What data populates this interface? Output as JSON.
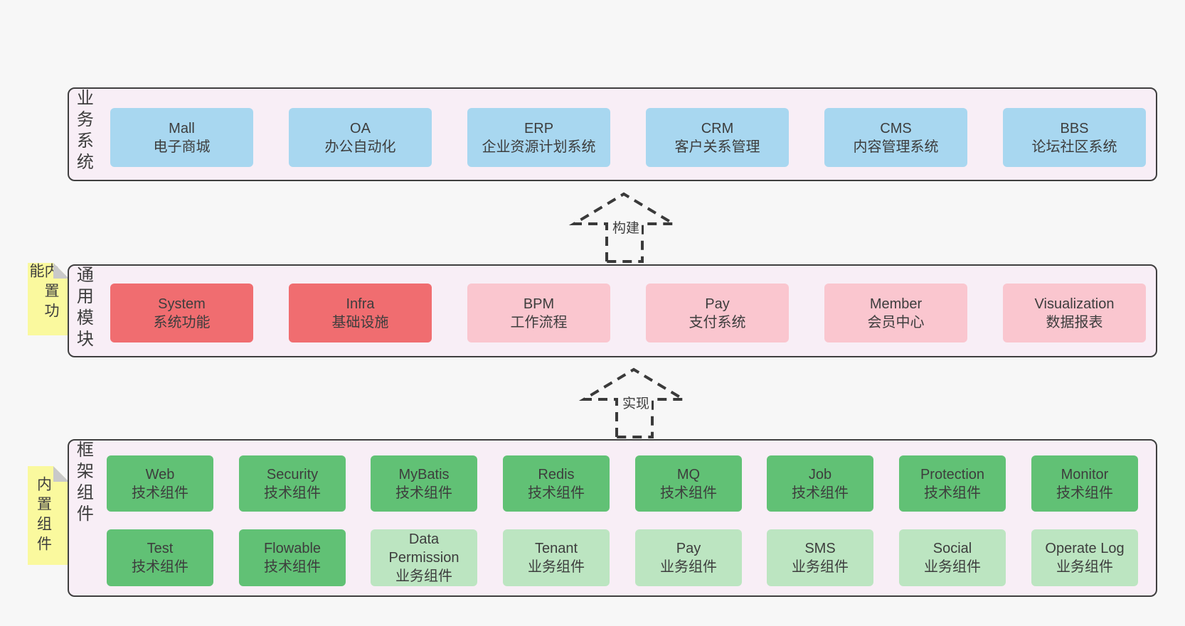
{
  "palette": {
    "page_background": "#f7f7f7",
    "container_fill": "#f8eef6",
    "container_border": "#3f3f3f",
    "business_box": "#a8d7f0",
    "core_module_box": "#f06d70",
    "optional_module_box": "#fac6cf",
    "tech_component_box": "#61c175",
    "biz_component_box": "#bce5c1",
    "sticky_note": "#faf99e",
    "sticky_fold": "#c9c9c9",
    "text": "#3d3d3d"
  },
  "layers": [
    {
      "label": "业务系统",
      "boxes": [
        {
          "en": "Mall",
          "zh": "电子商城",
          "variant": "blue"
        },
        {
          "en": "OA",
          "zh": "办公自动化",
          "variant": "blue"
        },
        {
          "en": "ERP",
          "zh": "企业资源计划系统",
          "variant": "blue"
        },
        {
          "en": "CRM",
          "zh": "客户关系管理",
          "variant": "blue"
        },
        {
          "en": "CMS",
          "zh": "内容管理系统",
          "variant": "blue"
        },
        {
          "en": "BBS",
          "zh": "论坛社区系统",
          "variant": "blue"
        }
      ]
    },
    {
      "label": "通用模块",
      "sticky": "内置功能",
      "boxes": [
        {
          "en": "System",
          "zh": "系统功能",
          "variant": "red"
        },
        {
          "en": "Infra",
          "zh": "基础设施",
          "variant": "red"
        },
        {
          "en": "BPM",
          "zh": "工作流程",
          "variant": "pink"
        },
        {
          "en": "Pay",
          "zh": "支付系统",
          "variant": "pink"
        },
        {
          "en": "Member",
          "zh": "会员中心",
          "variant": "pink"
        },
        {
          "en": "Visualization",
          "zh": "数据报表",
          "variant": "pink"
        }
      ]
    },
    {
      "label": "框架组件",
      "sticky": "内置组件",
      "rows": [
        [
          {
            "en": "Web",
            "zh": "技术组件",
            "variant": "green-dark"
          },
          {
            "en": "Security",
            "zh": "技术组件",
            "variant": "green-dark"
          },
          {
            "en": "MyBatis",
            "zh": "技术组件",
            "variant": "green-dark"
          },
          {
            "en": "Redis",
            "zh": "技术组件",
            "variant": "green-dark"
          },
          {
            "en": "MQ",
            "zh": "技术组件",
            "variant": "green-dark"
          },
          {
            "en": "Job",
            "zh": "技术组件",
            "variant": "green-dark"
          },
          {
            "en": "Protection",
            "zh": "技术组件",
            "variant": "green-dark"
          },
          {
            "en": "Monitor",
            "zh": "技术组件",
            "variant": "green-dark"
          }
        ],
        [
          {
            "en": "Test",
            "zh": "技术组件",
            "variant": "green-dark"
          },
          {
            "en": "Flowable",
            "zh": "技术组件",
            "variant": "green-dark"
          },
          {
            "en": "Data Permission",
            "zh": "业务组件",
            "variant": "green-light"
          },
          {
            "en": "Tenant",
            "zh": "业务组件",
            "variant": "green-light"
          },
          {
            "en": "Pay",
            "zh": "业务组件",
            "variant": "green-light"
          },
          {
            "en": "SMS",
            "zh": "业务组件",
            "variant": "green-light"
          },
          {
            "en": "Social",
            "zh": "业务组件",
            "variant": "green-light"
          },
          {
            "en": "Operate Log",
            "zh": "业务组件",
            "variant": "green-light"
          }
        ]
      ]
    }
  ],
  "arrows": [
    {
      "label": "构建"
    },
    {
      "label": "实现"
    }
  ]
}
